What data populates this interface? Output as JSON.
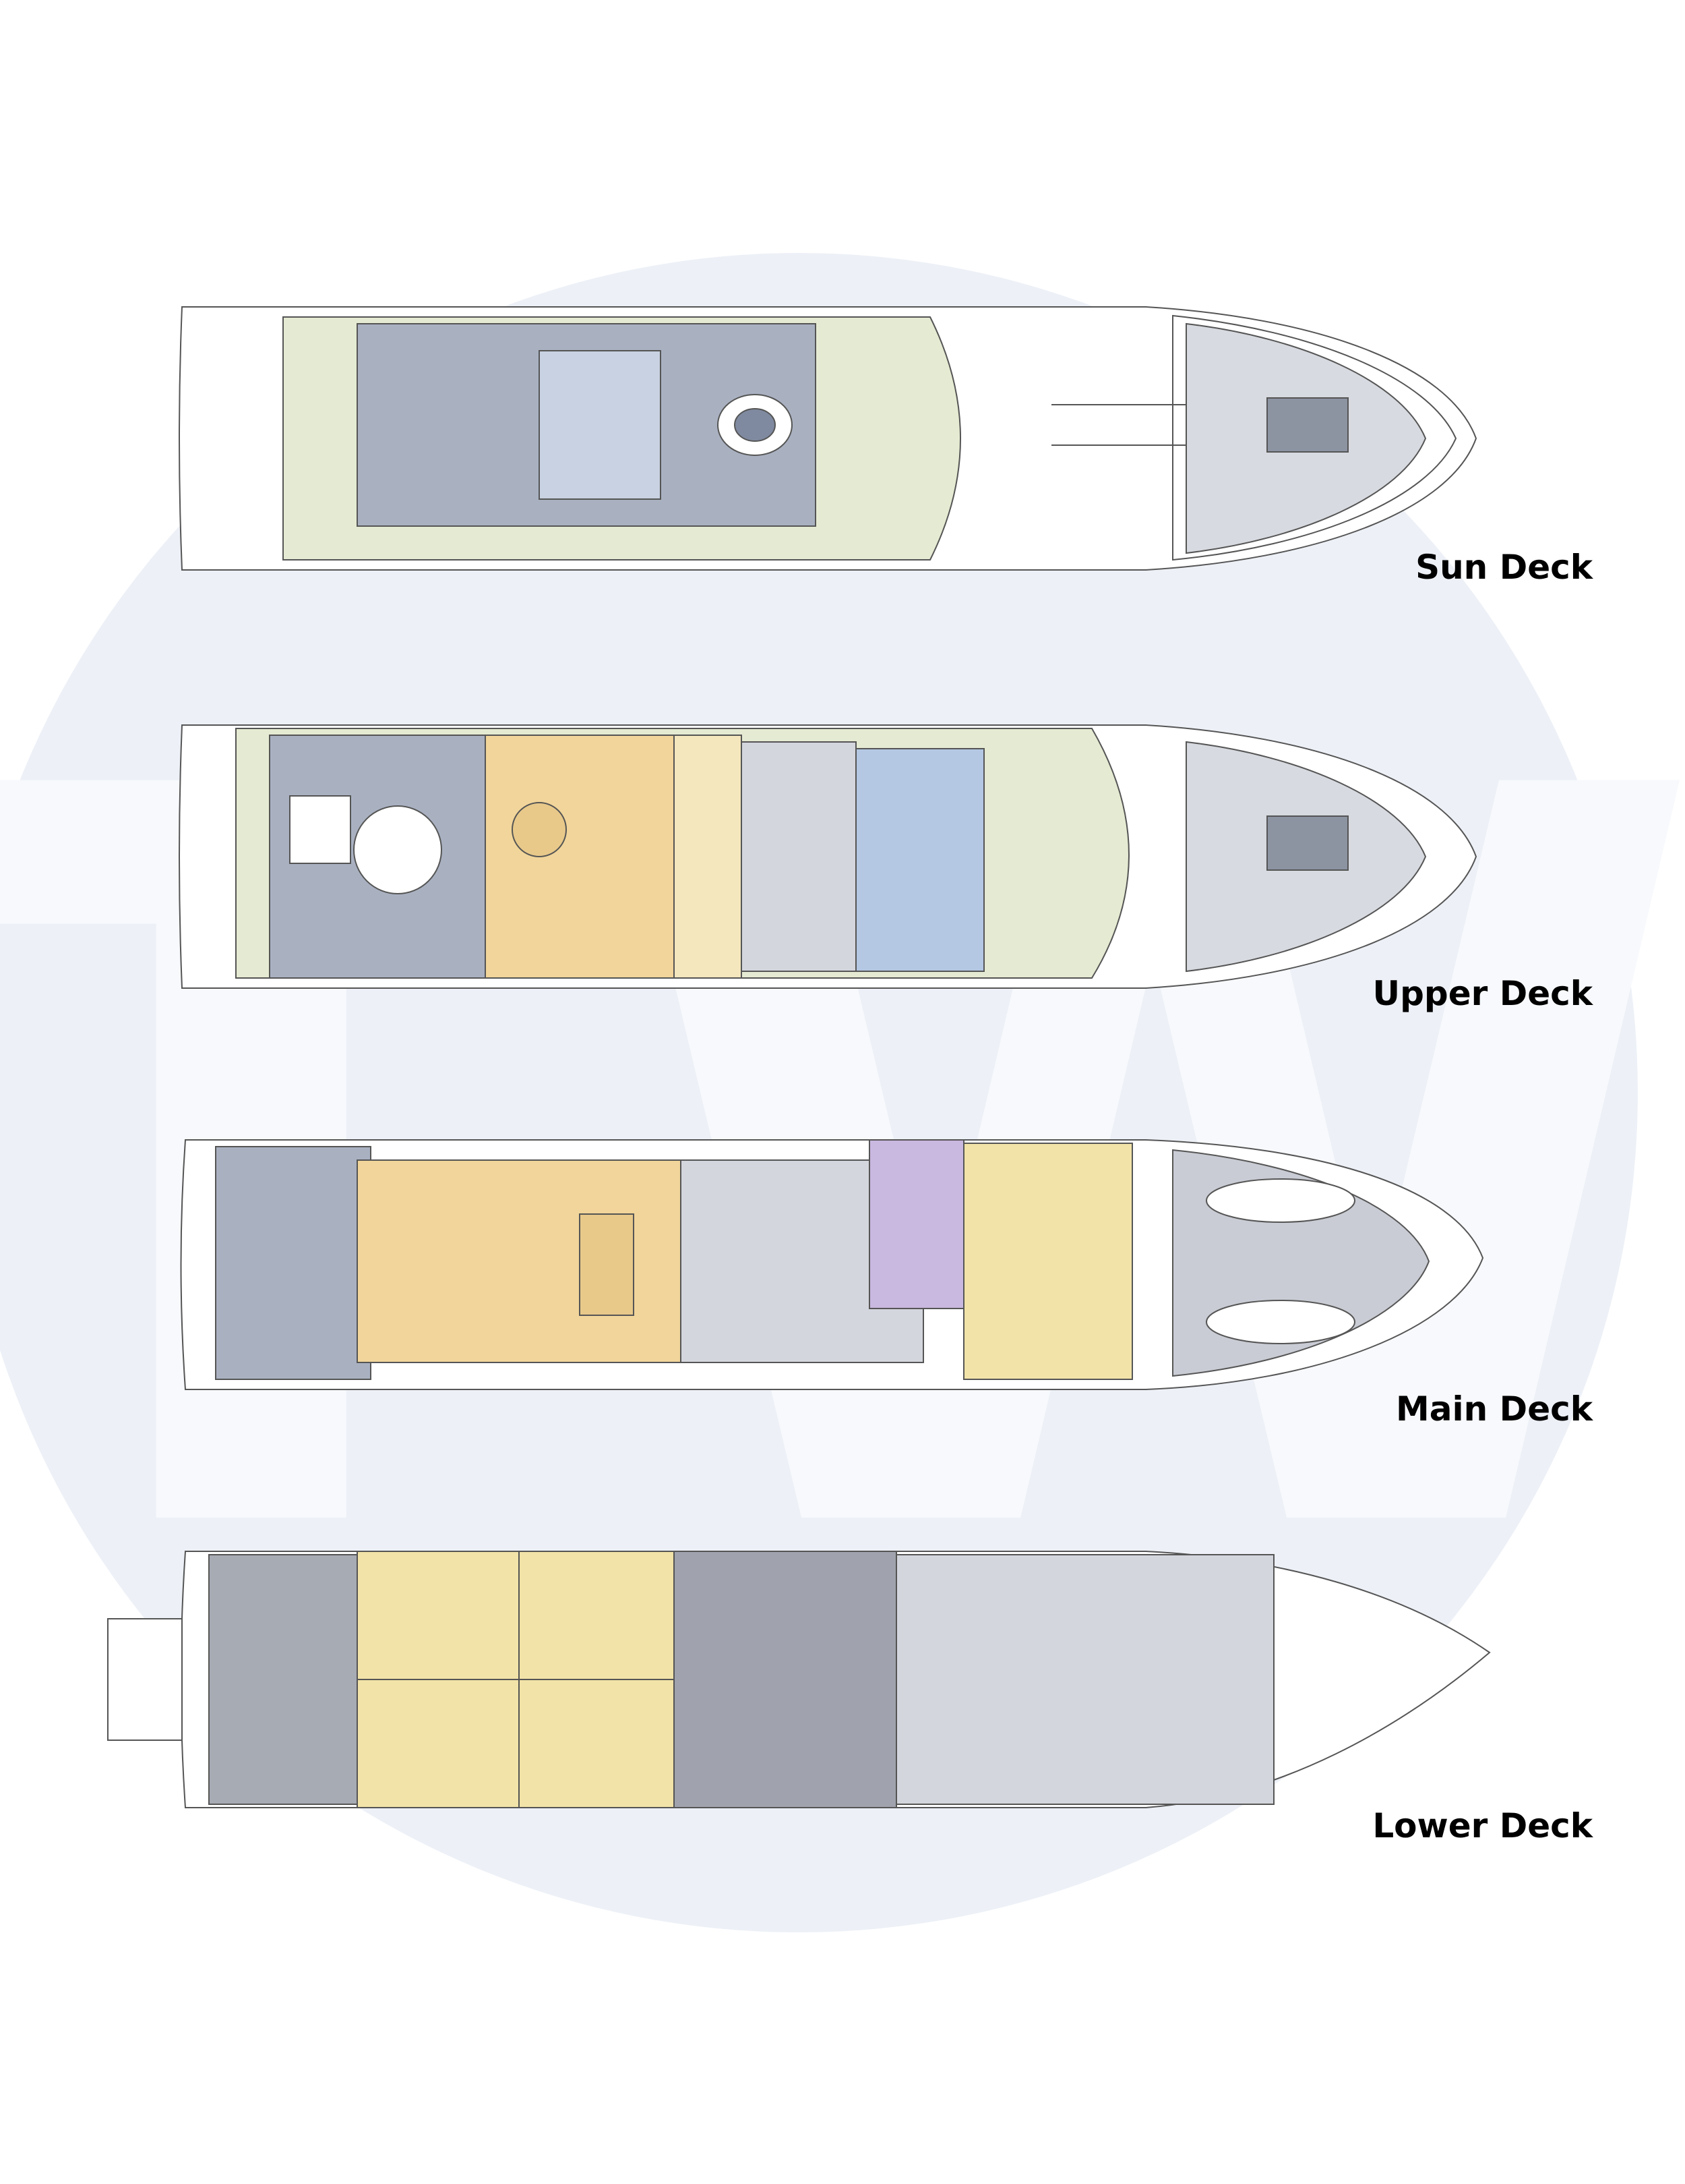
{
  "watermark": {
    "text": "TW",
    "color": "#eef2f8"
  },
  "colors": {
    "hull_line": "#555555",
    "deck_grey": "#a7b0c0",
    "interior_yellow": "#f2e3a8",
    "salon_orange": "#f1d59a",
    "bridge_blue": "#b4c8e3",
    "lavender": "#c9b8e0",
    "green_tint": "#e4ead0",
    "hold_grey": "#a0a3ad"
  },
  "decks": [
    {
      "id": "sun",
      "label": "Sun Deck"
    },
    {
      "id": "upper",
      "label": "Upper Deck"
    },
    {
      "id": "main",
      "label": "Main Deck"
    },
    {
      "id": "lower",
      "label": "Lower Deck"
    }
  ]
}
